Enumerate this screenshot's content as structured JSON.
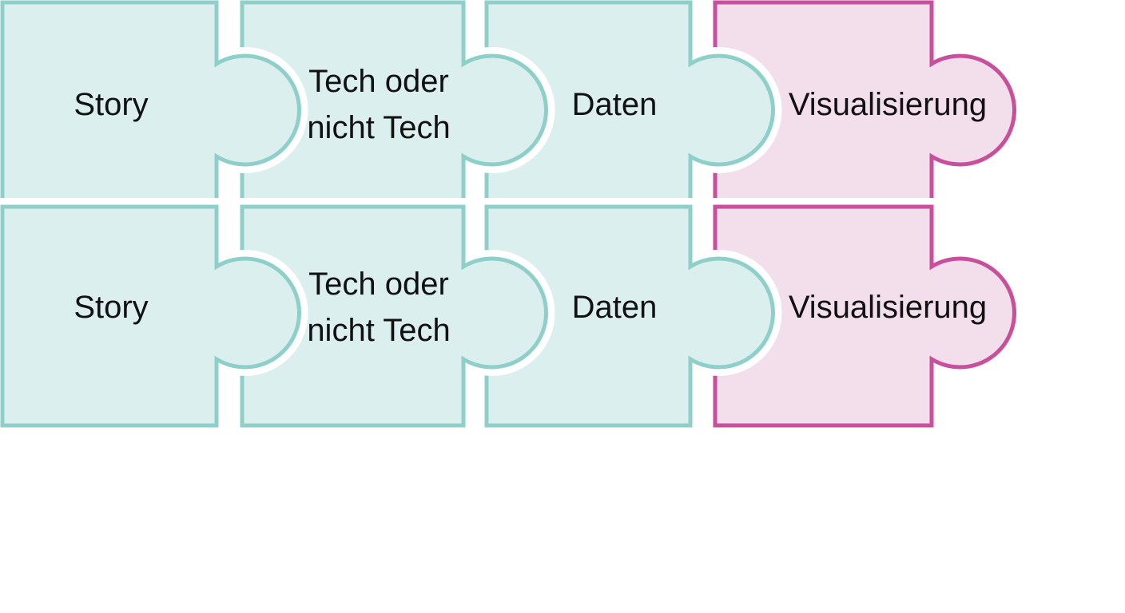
{
  "colors": {
    "teal_stroke": "#8ecfc9",
    "teal_fill": "#dcefef",
    "magenta_stroke": "#c84f9b",
    "magenta_fill": "#f3deec",
    "gap": "#ffffff",
    "text": "#111111"
  },
  "rows": [
    {
      "pieces": [
        {
          "lines": [
            "Story"
          ],
          "color": "teal"
        },
        {
          "lines": [
            "Tech oder",
            "nicht Tech"
          ],
          "color": "teal"
        },
        {
          "lines": [
            "Daten"
          ],
          "color": "teal"
        },
        {
          "lines": [
            "Visualisierung"
          ],
          "color": "magenta"
        }
      ]
    },
    {
      "pieces": [
        {
          "lines": [
            "Story"
          ],
          "color": "teal"
        },
        {
          "lines": [
            "Tech oder",
            "nicht Tech"
          ],
          "color": "teal"
        },
        {
          "lines": [
            "Daten"
          ],
          "color": "teal"
        },
        {
          "lines": [
            "Visualisierung"
          ],
          "color": "magenta"
        }
      ]
    }
  ]
}
